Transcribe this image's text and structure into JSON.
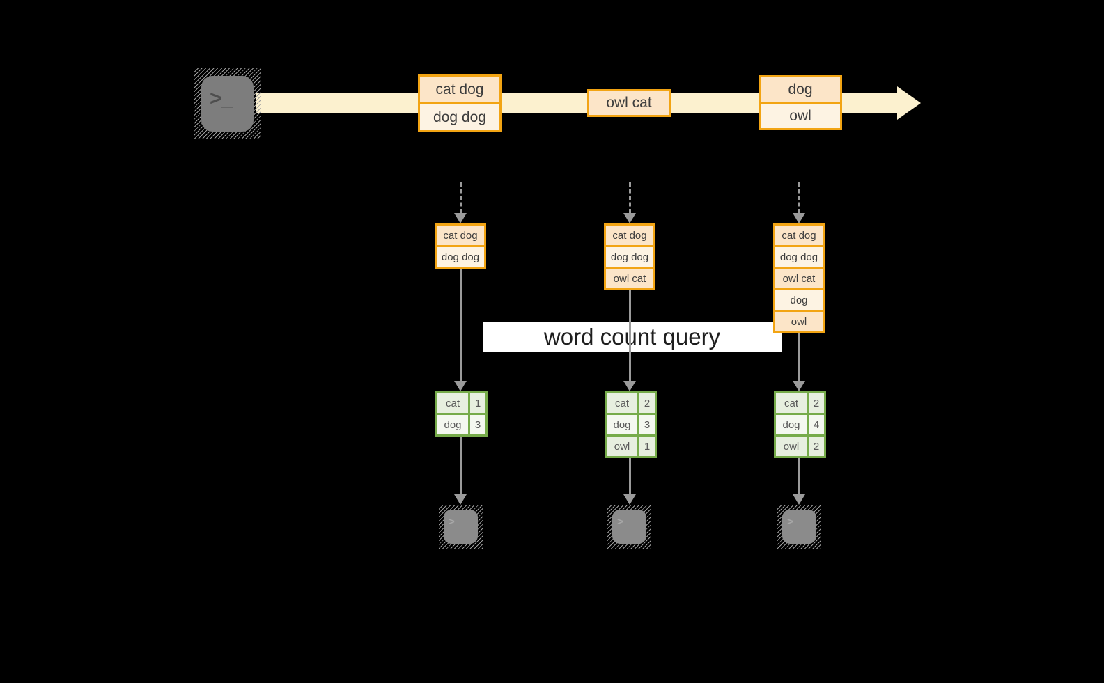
{
  "query_label": "word count query",
  "stream": {
    "events": [
      {
        "lines": [
          "cat dog",
          "dog dog"
        ]
      },
      {
        "lines": [
          "owl cat"
        ]
      },
      {
        "lines": [
          "dog",
          "owl"
        ]
      }
    ]
  },
  "states": [
    {
      "lines": [
        "cat dog",
        "dog dog"
      ]
    },
    {
      "lines": [
        "cat dog",
        "dog dog",
        "owl cat"
      ]
    },
    {
      "lines": [
        "cat dog",
        "dog dog",
        "owl cat",
        "dog",
        "owl"
      ]
    }
  ],
  "results": [
    {
      "rows": [
        {
          "word": "cat",
          "count": "1"
        },
        {
          "word": "dog",
          "count": "3"
        }
      ]
    },
    {
      "rows": [
        {
          "word": "cat",
          "count": "2"
        },
        {
          "word": "dog",
          "count": "3"
        },
        {
          "word": "owl",
          "count": "1"
        }
      ]
    },
    {
      "rows": [
        {
          "word": "cat",
          "count": "2"
        },
        {
          "word": "dog",
          "count": "4"
        },
        {
          "word": "owl",
          "count": "2"
        }
      ]
    }
  ],
  "icons": {
    "prompt_glyph": ">_"
  },
  "colors": {
    "orange_border": "#F2A413",
    "peach_fill": "#FCE5C8",
    "cream_fill": "#FDF3E3",
    "stream_band": "#FCF1CF",
    "green_border": "#76AB4A",
    "green_cell": "#E7EFDF",
    "green_cell_alt": "#F4F8F0",
    "arrow_gray": "#9B9B9B",
    "label_bg": "#FFFFFF",
    "text_dark": "#3D3D3D"
  }
}
